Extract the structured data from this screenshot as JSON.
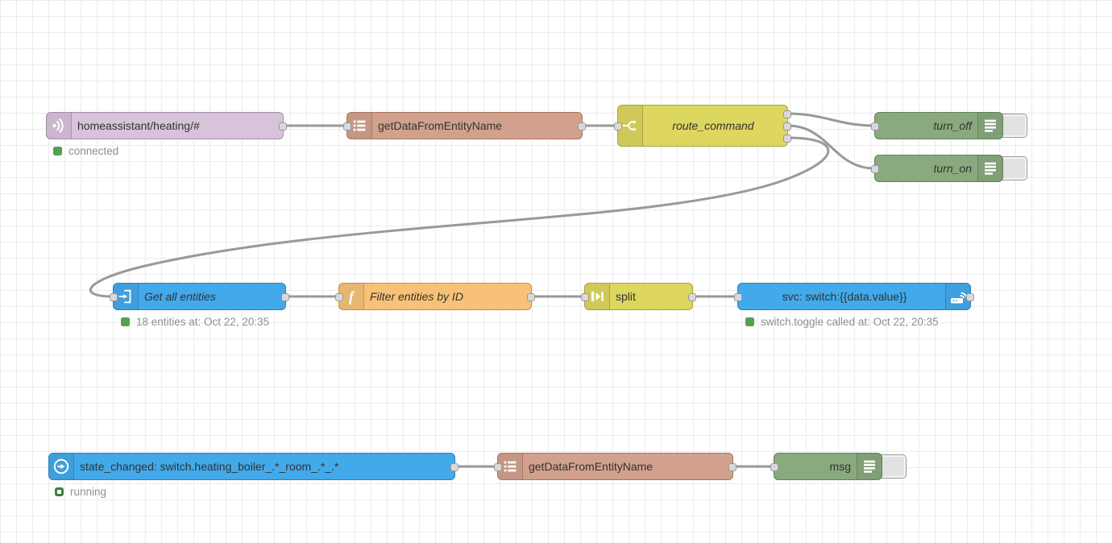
{
  "canvas": {
    "grid_size": 20,
    "background": "#ffffff",
    "grid_color": "#ececec",
    "wire_color": "#999999"
  },
  "colors": {
    "mqtt_purple": "#d7c3da",
    "template_salmon": "#d1a18d",
    "switch_yellow": "#ddd65f",
    "debug_green": "#89a97e",
    "ha_blue": "#42a9ea",
    "function_orange": "#f7c278",
    "status_green_fill": "#53a053",
    "status_green_ring": "#3f7d3f",
    "port_gray": "#d9d9d9"
  },
  "nodes": {
    "mqtt_in": {
      "label": "homeassistant/heating/#",
      "status": "connected"
    },
    "get_data_1": {
      "label": "getDataFromEntityName"
    },
    "route_command": {
      "label": "route_command"
    },
    "debug_turn_off": {
      "label": "turn_off"
    },
    "debug_turn_on": {
      "label": "turn_on"
    },
    "get_all_entities": {
      "label": "Get all entities",
      "status": "18 entities at: Oct 22, 20:35"
    },
    "filter_entities": {
      "label": "Filter entities by ID"
    },
    "split": {
      "label": "split"
    },
    "call_service": {
      "label": "svc: switch:{{data.value}}",
      "status": "switch.toggle called at: Oct 22, 20:35"
    },
    "state_changed": {
      "label": "state_changed: switch.heating_boiler_.*_room_.*_.*",
      "status": "running"
    },
    "get_data_2": {
      "label": "getDataFromEntityName"
    },
    "debug_msg": {
      "label": "msg"
    }
  },
  "icons": {
    "mqtt": "broadcast-icon",
    "template": "list-template-icon",
    "route": "switch-fork-icon",
    "debug": "debug-list-icon",
    "entities": "document-arrow-icon",
    "function": "function-f-icon",
    "split": "split-icon",
    "service": "device-antenna-icon",
    "state": "circle-arrow-icon"
  }
}
